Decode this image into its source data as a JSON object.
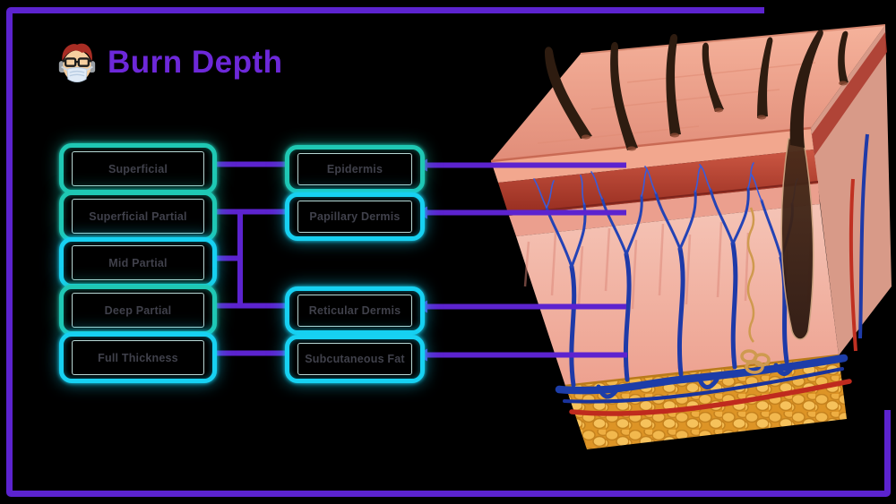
{
  "header": {
    "title": "Burn Depth",
    "icon": "masked-doctor-emoji"
  },
  "burn_levels": [
    {
      "label": "Superficial"
    },
    {
      "label": "Superficial Partial"
    },
    {
      "label": "Mid Partial"
    },
    {
      "label": "Deep Partial"
    },
    {
      "label": "Full Thickness"
    }
  ],
  "skin_layers": [
    {
      "label": "Epidermis"
    },
    {
      "label": "Papillary Dermis"
    },
    {
      "label": "Reticular Dermis"
    },
    {
      "label": "Subcutaneous Fat"
    }
  ],
  "illustration": {
    "name": "3d-skin-cross-section"
  },
  "colors": {
    "background": "#000000",
    "frame_purple": "#5c23cf",
    "title_purple": "#6d28d9",
    "connector_purple": "#5c23cf",
    "box_teal": "#1fc8b4",
    "box_cyan": "#17d1f2",
    "box_text": "#40414b"
  }
}
